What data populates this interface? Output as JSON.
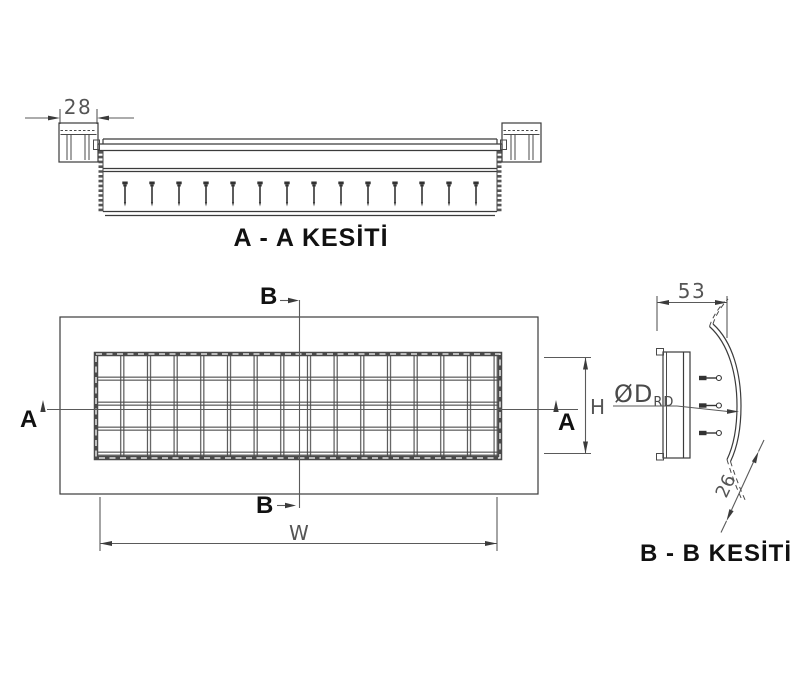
{
  "drawing": {
    "titles": {
      "section_aa": "A - A KESİTİ",
      "section_bb": "B - B KESİTİ"
    },
    "section_markers": {
      "a": "A",
      "b": "B"
    },
    "dimensions": {
      "frame_profile_width": "28",
      "section_depth": "53",
      "blade_offset": "26",
      "overall_width_label": "W",
      "overall_height_label": "H",
      "duct_diameter_prefix": "ØD",
      "duct_diameter_subscript": "RD"
    },
    "geometry": {
      "section_a_screw_count": 14,
      "section_b_screw_count": 3,
      "grille_rows": 4,
      "grille_columns": 15
    },
    "colors": {
      "line": "#3b3b3b",
      "frame": "#4a4a4a",
      "dim_text": "#555555",
      "label_text": "#111111",
      "background": "#ffffff"
    }
  }
}
